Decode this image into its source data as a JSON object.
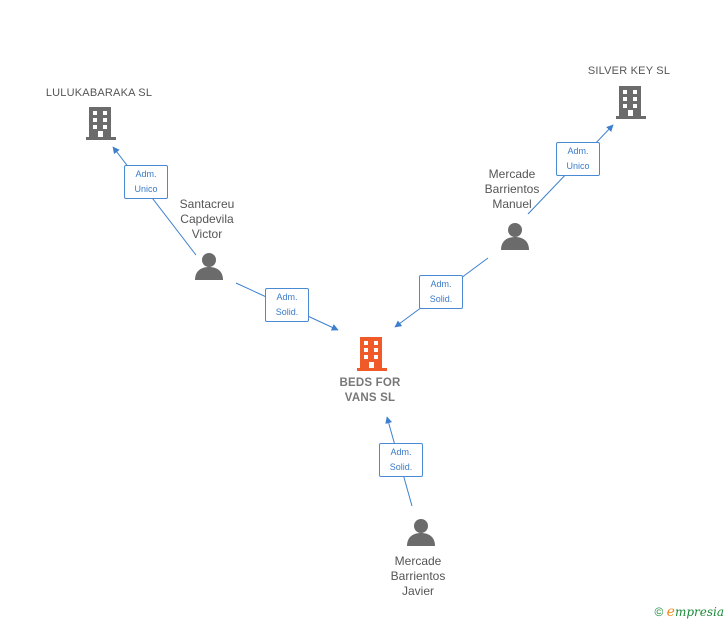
{
  "companies": {
    "lulukabaraka": "LULUKABARAKA SL",
    "silver_key": "SILVER KEY SL",
    "main_line1": "BEDS FOR",
    "main_line2": "VANS  SL"
  },
  "persons": {
    "santacreu": [
      "Santacreu",
      "Capdevila",
      "Victor"
    ],
    "manuel": [
      "Mercade",
      "Barrientos",
      "Manuel"
    ],
    "javier": [
      "Mercade",
      "Barrientos",
      "Javier"
    ]
  },
  "roles": {
    "santacreu_lulukabaraka": [
      "Adm.",
      "Unico"
    ],
    "santacreu_beds": [
      "Adm.",
      "Solid."
    ],
    "manuel_beds": [
      "Adm.",
      "Solid."
    ],
    "manuel_silver": [
      "Adm.",
      "Unico"
    ],
    "javier_beds": [
      "Adm.",
      "Solid."
    ]
  },
  "footer": {
    "copyright": "©",
    "brand_initial": "e",
    "brand_rest": "mpresia"
  },
  "colors": {
    "edge": "#3d7fce",
    "company": "#6b6b6b",
    "main_company": "#f05a28",
    "person": "#6b6b6b"
  },
  "icons": {
    "company": "building-icon",
    "person": "person-icon"
  }
}
